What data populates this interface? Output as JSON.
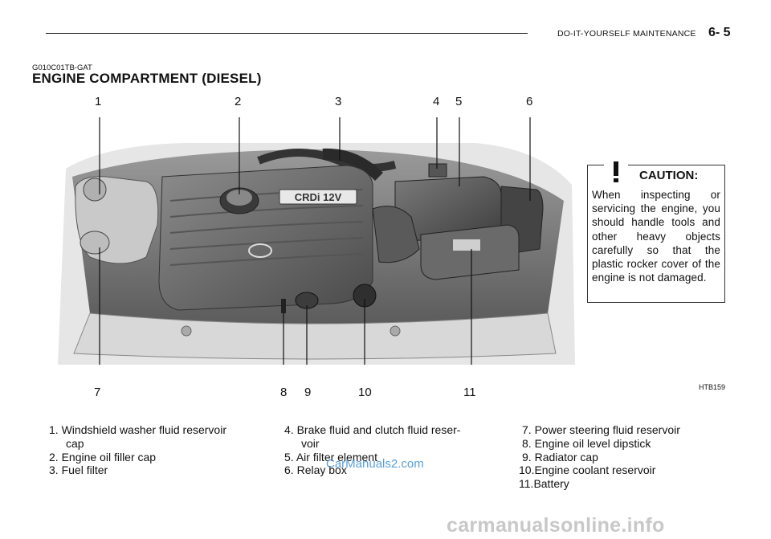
{
  "header": {
    "section": "DO-IT-YOURSELF MAINTENANCE",
    "page": "6- 5"
  },
  "doc": {
    "code": "G010C01TB-GAT",
    "title": "ENGINE COMPARTMENT (DIESEL)"
  },
  "figure": {
    "callouts_top": [
      "1",
      "2",
      "3",
      "4",
      "5",
      "6"
    ],
    "callouts_bottom": [
      "7",
      "8",
      "9",
      "10",
      "11"
    ],
    "emblem": "CRDi 12V",
    "code": "HTB159"
  },
  "caution": {
    "title": "CAUTION:",
    "body": "When inspecting or servicing the engine, you should handle tools and other heavy objects carefully so that the plastic rocker cover of the engine is not damaged."
  },
  "legend": {
    "col1": [
      {
        "num": "1.",
        "text": "Windshield washer fluid reservoir",
        "cont": "cap"
      },
      {
        "num": "2.",
        "text": "Engine oil filler cap"
      },
      {
        "num": "3.",
        "text": "Fuel filter"
      }
    ],
    "col2": [
      {
        "num": "4.",
        "text": "Brake fluid and clutch fluid reser-",
        "cont": "voir"
      },
      {
        "num": "5.",
        "text": "Air filter element"
      },
      {
        "num": "6.",
        "text": "Relay box"
      }
    ],
    "col3": [
      {
        "num": "7.",
        "text": "Power steering fluid reservoir"
      },
      {
        "num": "8.",
        "text": "Engine oil level dipstick"
      },
      {
        "num": "9.",
        "text": "Radiator cap"
      },
      {
        "num": "10.",
        "text": "Engine coolant reservoir"
      },
      {
        "num": "11.",
        "text": "Battery"
      }
    ]
  },
  "watermarks": {
    "center": "CarManuals2.com",
    "footer": "carmanualsonline.info"
  }
}
